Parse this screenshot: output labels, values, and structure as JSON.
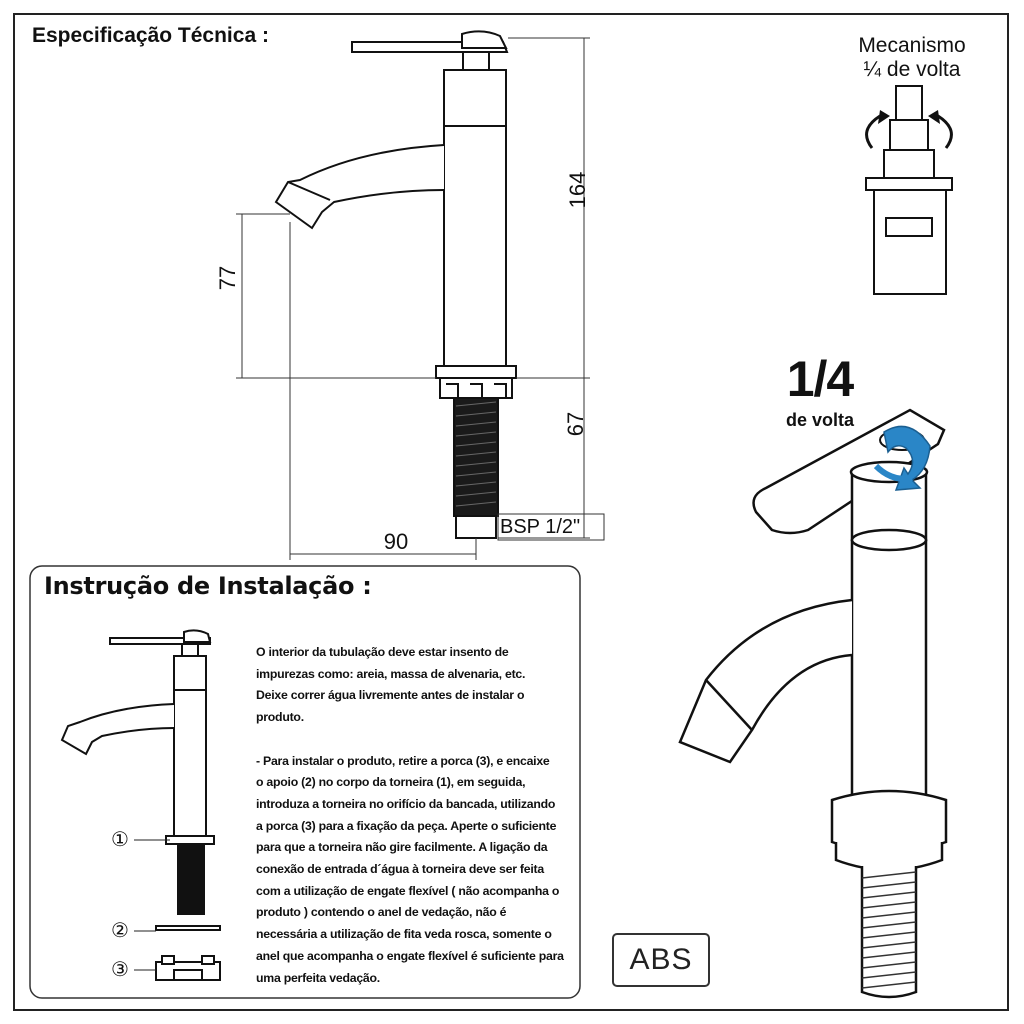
{
  "spec": {
    "title": "Especificação Técnica :",
    "dimensions": {
      "height_total": "164",
      "spout_height": "77",
      "thread_length": "67",
      "reach": "90",
      "thread_spec": "BSP 1/2\""
    }
  },
  "mechanism": {
    "line1": "Mecanismo",
    "line2": "¼ de volta"
  },
  "quarter_turn": {
    "big": "1/4",
    "small": "de volta"
  },
  "installation": {
    "title": "Instrução de Instalação :",
    "paragraph1": [
      "O interior da tubulação deve estar insento de",
      "impurezas como: areia, massa de alvenaria, etc.",
      "Deixe correr água livremente antes de instalar o",
      "produto."
    ],
    "paragraph2": [
      "- Para instalar o produto, retire a porca (3), e encaixe",
      "o apoio (2) no corpo da torneira (1), em seguida,",
      "introduza a torneira no orifício da bancada, utilizando",
      "a porca (3) para a fixação da peça. Aperte o suficiente",
      "para que a torneira não gire facilmente. A ligação da",
      "conexão de entrada d´água à torneira deve ser feita",
      "com a utilização de engate flexível ( não acompanha o",
      "produto ) contendo o anel de vedação, não é",
      "necessária a utilização de fita veda rosca, somente o",
      "anel que acompanha o engate flexível é suficiente para",
      "uma  perfeita vedação."
    ],
    "markers": [
      "①",
      "②",
      "③"
    ]
  },
  "material": "ABS"
}
